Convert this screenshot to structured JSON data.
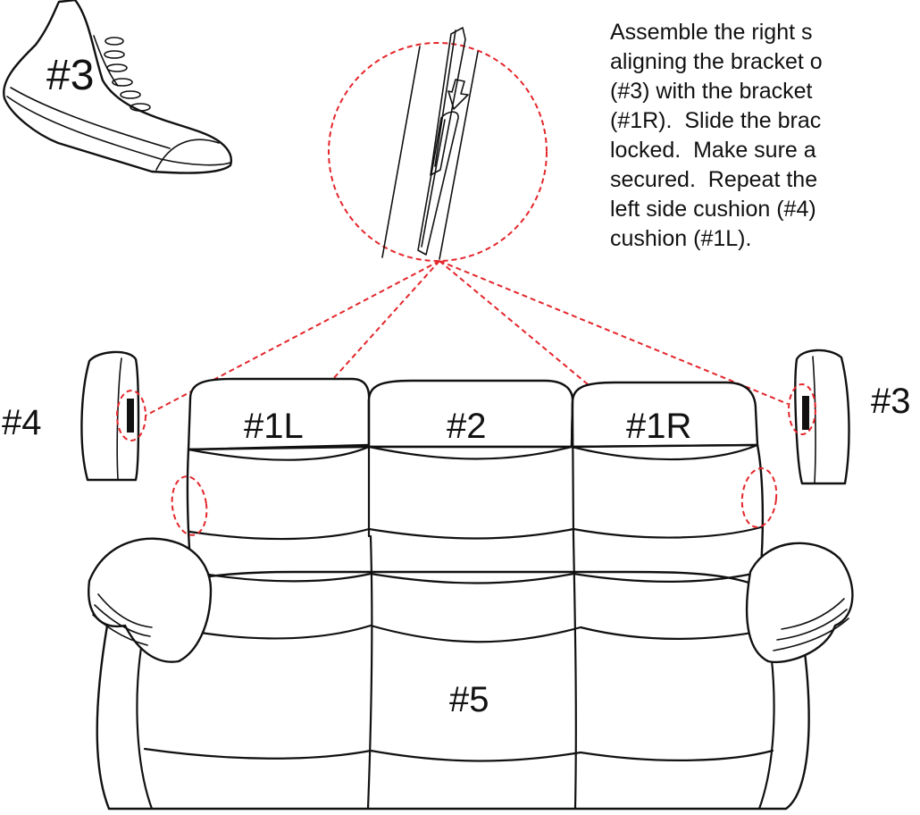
{
  "sneaker": {
    "label": "#3"
  },
  "parts": {
    "left_arm": "#4",
    "right_arm": "#3",
    "left_back": "#1L",
    "center_back": "#2",
    "right_back": "#1R",
    "seat": "#5"
  },
  "instructions": {
    "text": "Assemble the right s\naligning the bracket o\n(#3) with the bracket\n(#1R).  Slide the brac\nlocked.  Make sure a\nsecured.  Repeat the\nleft side cushion (#4)\ncushion (#1L)."
  },
  "colors": {
    "callout": "#e4262b",
    "line": "#111111",
    "background": "#ffffff"
  },
  "icons": [
    "sneaker-icon",
    "down-arrow-icon",
    "magnifier-callout-circle"
  ]
}
